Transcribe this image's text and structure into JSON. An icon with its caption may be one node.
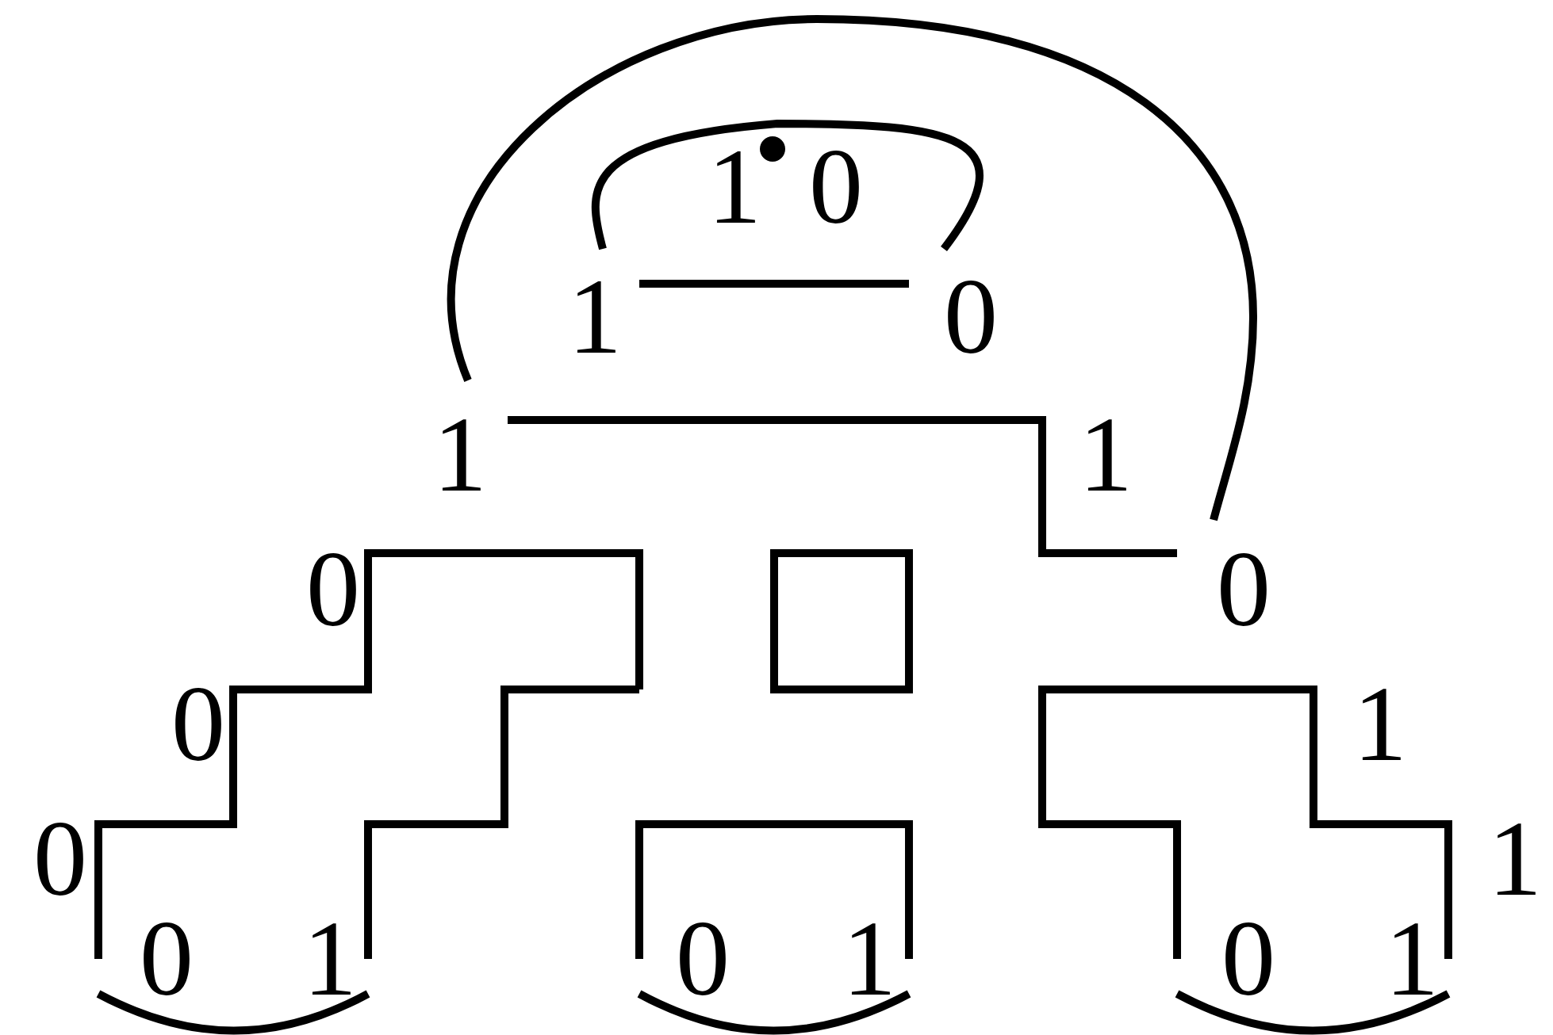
{
  "diagram": {
    "labels": [
      "1",
      "0",
      "1",
      "0",
      "1",
      "1",
      "0",
      "0",
      "0",
      "1",
      "0",
      "1",
      "0",
      "1",
      "0",
      "1",
      "0",
      "1"
    ]
  }
}
